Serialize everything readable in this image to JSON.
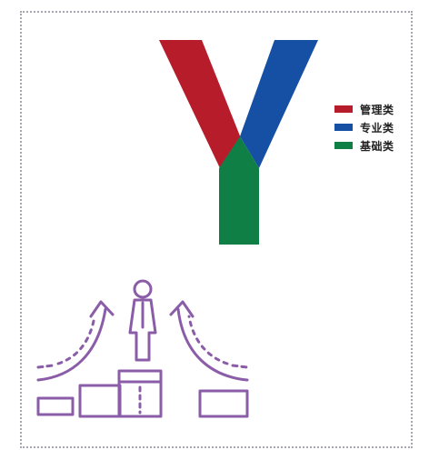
{
  "colors": {
    "management": "#b71c2a",
    "professional": "#1550a5",
    "foundation": "#0f7f45",
    "purple": "#8b5ca8",
    "frame": "#a7a7b3"
  },
  "legend": {
    "items": [
      {
        "label": "管理类",
        "color": "#b71c2a"
      },
      {
        "label": "专业类",
        "color": "#1550a5"
      },
      {
        "label": "基础类",
        "color": "#0f7f45"
      }
    ]
  },
  "icons": {
    "logo": "y-shape-logo",
    "illustration": "career-growth-icon"
  }
}
